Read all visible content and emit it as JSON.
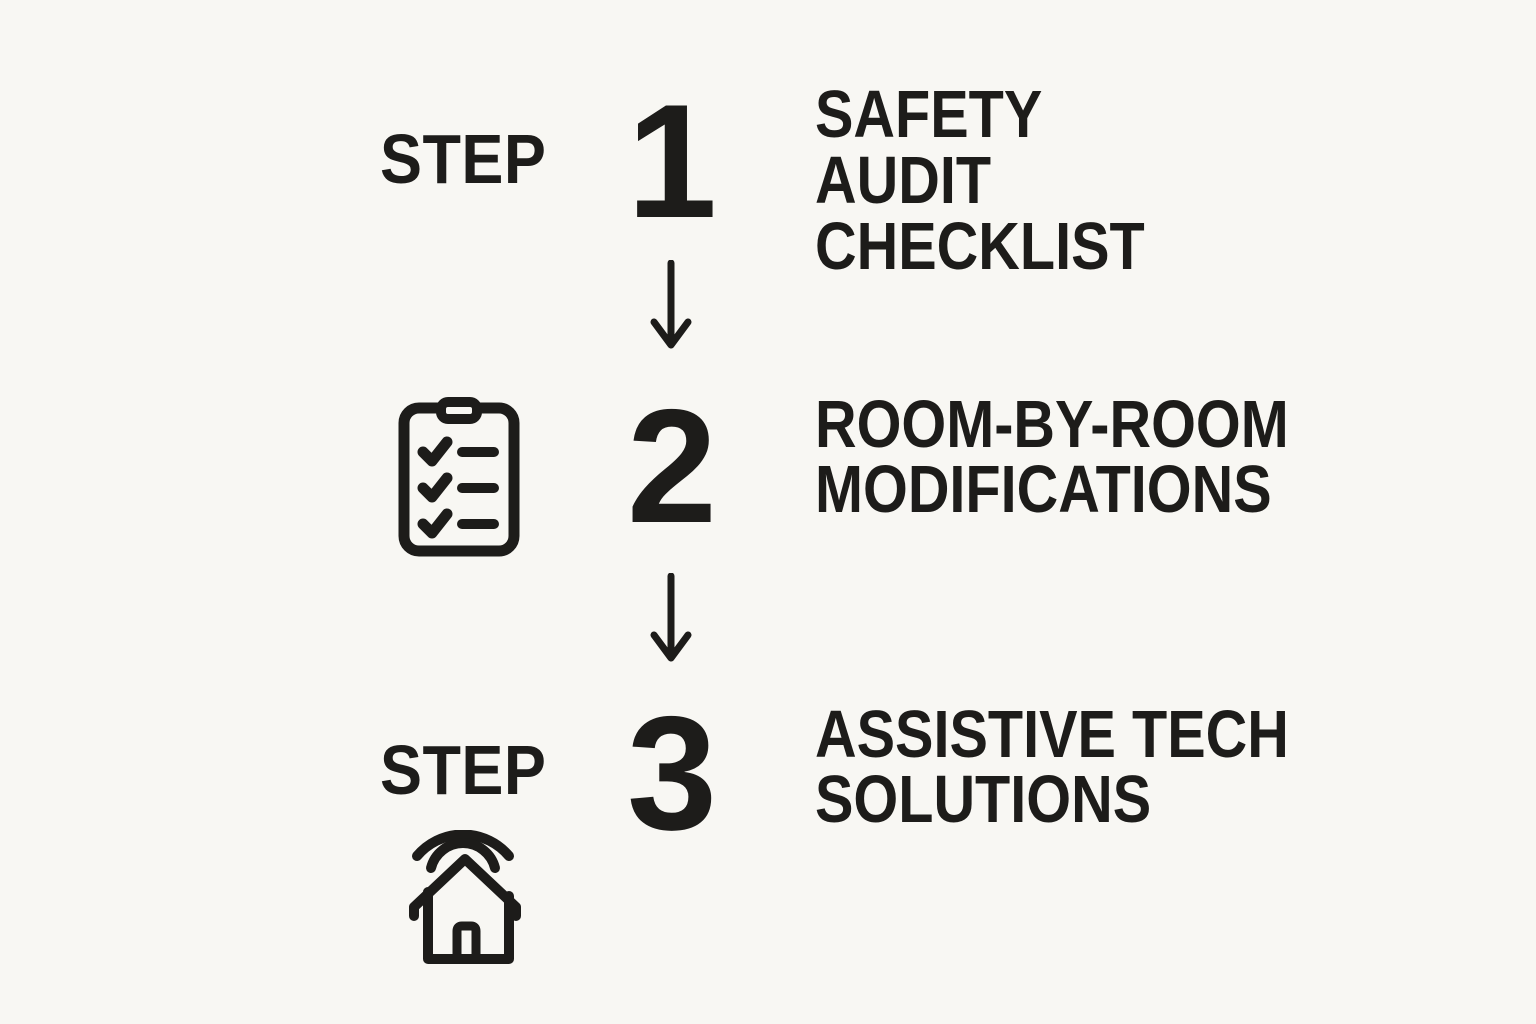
{
  "colors": {
    "background": "#f8f7f3",
    "ink": "#1d1c1a"
  },
  "steps": [
    {
      "label": "STEP",
      "number": "1",
      "title_lines": [
        "SAFETY",
        "AUDIT",
        "CHECKLIST"
      ],
      "icon": null
    },
    {
      "label": null,
      "number": "2",
      "title_lines": [
        "ROOM-BY-ROOM",
        "MODIFICATIONS"
      ],
      "icon": "checklist-clipboard-icon"
    },
    {
      "label": "STEP",
      "number": "3",
      "title_lines": [
        "ASSISTIVE TECH",
        "SOLUTIONS"
      ],
      "icon": "smart-home-icon"
    }
  ],
  "connectors": [
    {
      "icon": "down-arrow-icon"
    },
    {
      "icon": "down-arrow-icon"
    }
  ]
}
